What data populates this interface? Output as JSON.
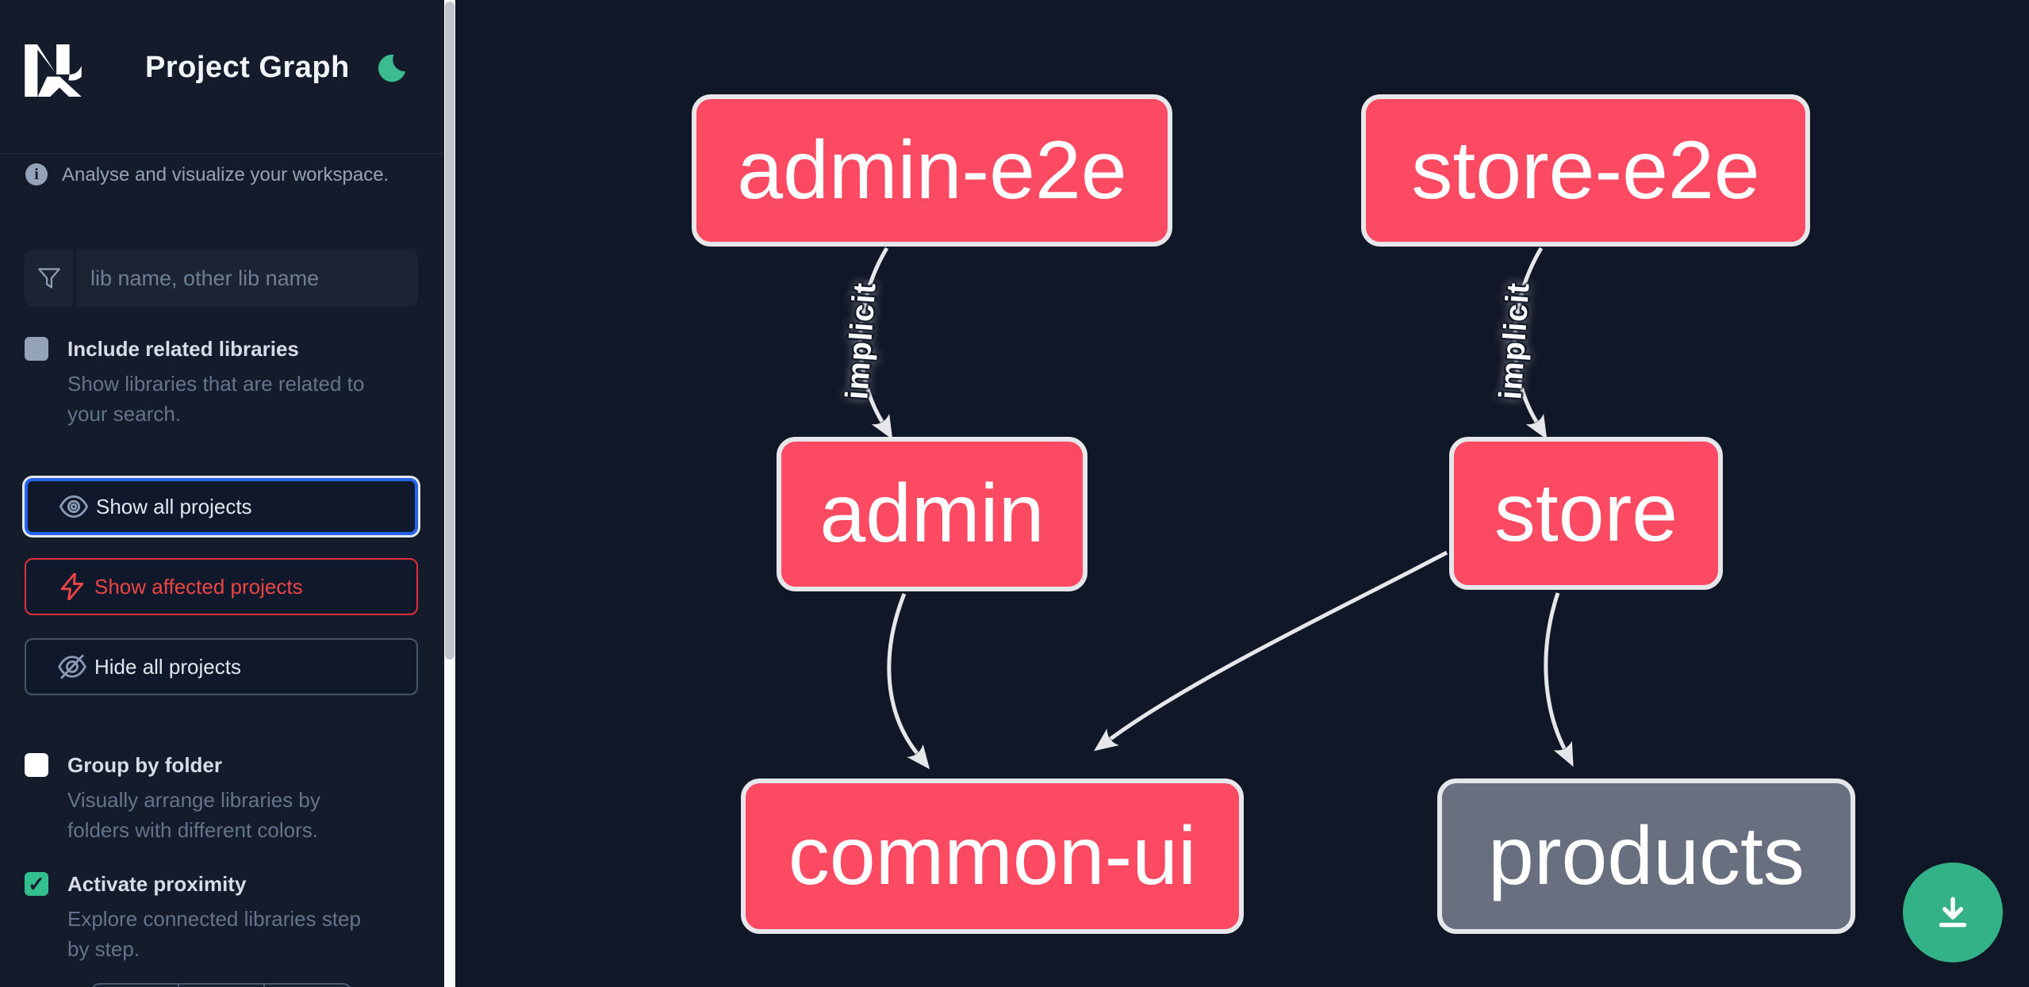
{
  "header": {
    "logo": "Nx",
    "title": "Project Graph",
    "theme_toggle_icon": "moon-icon"
  },
  "sidebar": {
    "tagline": "Analyse and visualize your workspace.",
    "search": {
      "placeholder": "lib name, other lib name",
      "value": "",
      "icon": "funnel-icon"
    },
    "checkboxes": [
      {
        "label": "Include related libraries",
        "desc_lines": [
          "Show libraries that are related to",
          "your search."
        ],
        "checked": false,
        "disabled": true
      },
      {
        "label": "Group by folder",
        "desc_lines": [
          "Visually arrange libraries by",
          "folders with different colors."
        ],
        "checked": false,
        "disabled": false
      },
      {
        "label": "Activate proximity",
        "desc_lines": [
          "Explore connected libraries step",
          "by step."
        ],
        "checked": true,
        "check_glyph": "✓",
        "disabled": false
      }
    ],
    "buttons": [
      {
        "label": "Show all projects",
        "icon": "eye-icon",
        "state": "focused"
      },
      {
        "label": "Show affected projects",
        "icon": "bolt-icon",
        "variant": "danger"
      },
      {
        "label": "Hide all projects",
        "icon": "eye-slash-icon",
        "variant": "default"
      }
    ]
  },
  "graph": {
    "nodes": [
      {
        "id": "admin-e2e",
        "label": "admin-e2e",
        "type": "affected"
      },
      {
        "id": "store-e2e",
        "label": "store-e2e",
        "type": "affected"
      },
      {
        "id": "admin",
        "label": "admin",
        "type": "affected"
      },
      {
        "id": "store",
        "label": "store",
        "type": "affected"
      },
      {
        "id": "common-ui",
        "label": "common-ui",
        "type": "affected"
      },
      {
        "id": "products",
        "label": "products",
        "type": "plain"
      }
    ],
    "edges": [
      {
        "from": "admin-e2e",
        "to": "admin",
        "label": "implicit"
      },
      {
        "from": "store-e2e",
        "to": "store",
        "label": "implicit"
      },
      {
        "from": "admin",
        "to": "common-ui",
        "label": ""
      },
      {
        "from": "store",
        "to": "common-ui",
        "label": ""
      },
      {
        "from": "store",
        "to": "products",
        "label": ""
      }
    ]
  },
  "fab": {
    "icon": "download-icon"
  },
  "colors": {
    "sidebar_bg": "#141b2b",
    "canvas_bg": "#101726",
    "affected_node": "#fb4a62",
    "plain_node": "#68707f",
    "node_border": "#e5e7eb",
    "edge": "#e5e7eb",
    "accent_blue": "#2563eb",
    "accent_red": "#ef4444",
    "accent_green": "#34c08e",
    "fab_green": "#34b287",
    "muted_text": "#64748b"
  }
}
